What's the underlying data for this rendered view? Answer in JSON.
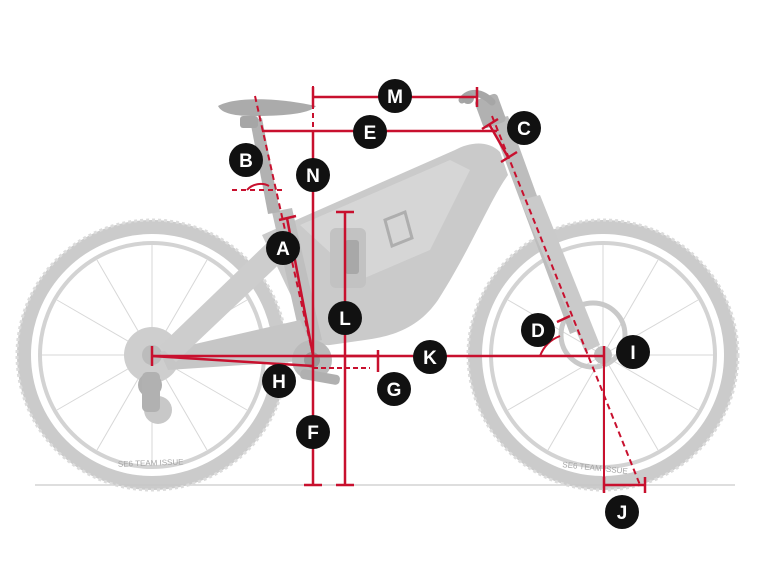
{
  "diagram": {
    "accent_color": "#c8102e",
    "bike_color": "#bdbdbd",
    "badge_color": "#111111",
    "tire_text": "SE6 TEAM ISSUE",
    "labels": {
      "A": "A",
      "B": "B",
      "C": "C",
      "D": "D",
      "E": "E",
      "F": "F",
      "G": "G",
      "H": "H",
      "I": "I",
      "J": "J",
      "K": "K",
      "L": "L",
      "M": "M",
      "N": "N"
    }
  }
}
